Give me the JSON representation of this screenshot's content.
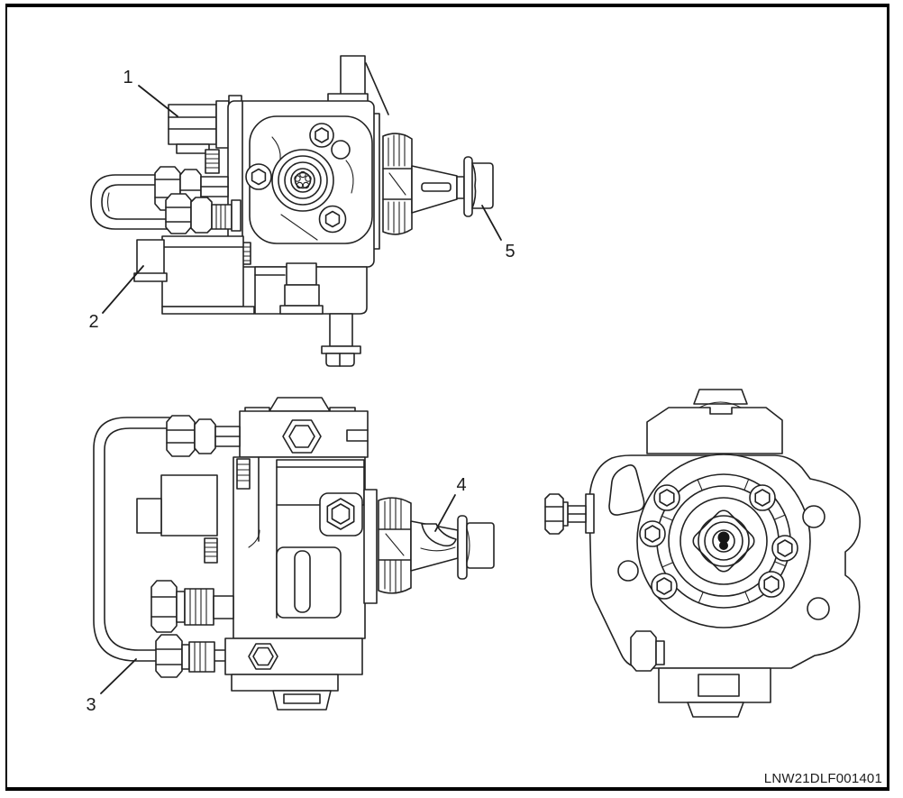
{
  "page": {
    "background": "#ffffff",
    "ink": "#222222",
    "frame_color": "#000000"
  },
  "figure": {
    "reference_code": "LNW21DLF001401",
    "callouts": {
      "c1": {
        "label": "1"
      },
      "c2": {
        "label": "2"
      },
      "c3": {
        "label": "3"
      },
      "c4": {
        "label": "4"
      },
      "c5": {
        "label": "5"
      }
    }
  }
}
